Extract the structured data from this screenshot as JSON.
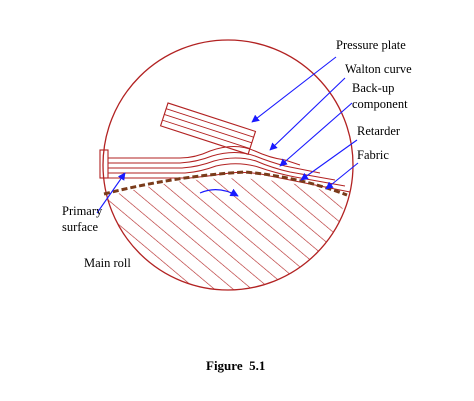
{
  "diagram": {
    "labels": {
      "pressure_plate": "Pressure plate",
      "walton_curve": "Walton curve",
      "back_up_line1": "Back-up",
      "back_up_line2": "component",
      "retarder": "Retarder",
      "fabric": "Fabric",
      "primary_surface_line1": "Primary",
      "primary_surface_line2": "surface",
      "main_roll": "Main roll"
    },
    "caption": "Figure  5.1",
    "colors": {
      "outline": "#b22222",
      "arrow": "#1a1aff",
      "fabric": "#7a3b1a",
      "text": "#000000"
    }
  }
}
